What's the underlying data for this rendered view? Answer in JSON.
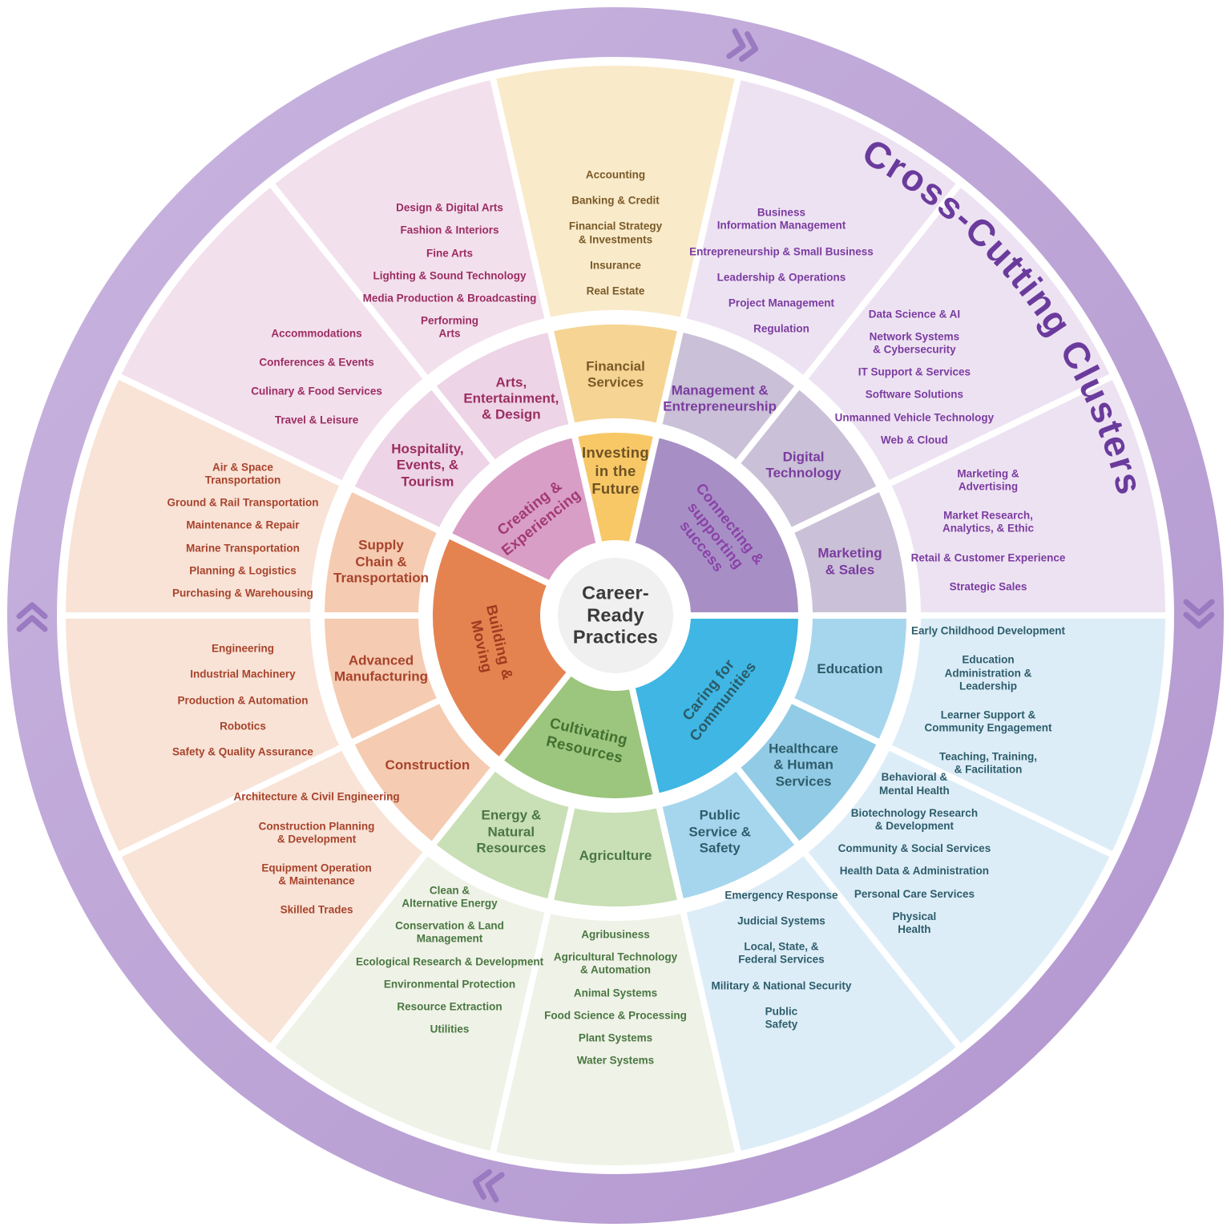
{
  "rim": {
    "label": "Cross-Cutting Clusters",
    "chevron_icon": "double-chevron",
    "color": "#BCA4D6",
    "text_color": "#6A3B9C"
  },
  "center": {
    "label": "Career-\nReady\nPractices"
  },
  "groups": [
    {
      "label": "Investing\nin the\nFuture",
      "colors": {
        "inner": "#F8C867",
        "inner_text": "#6E5324",
        "mid": "#F5D494",
        "outer": "#F9EACA",
        "text": "#7A5A28"
      },
      "clusters": [
        {
          "label": "Financial\nServices",
          "pathways": [
            "Accounting",
            "Banking & Credit",
            "Financial Strategy\n& Investments",
            "Insurance",
            "Real Estate"
          ]
        }
      ]
    },
    {
      "label": "Connecting &\nsupporting\nsuccess",
      "colors": {
        "inner": "#A78FC5",
        "inner_text": "#8A42A8",
        "mid": "#CAC0D7",
        "outer": "#EDE2F2",
        "text": "#7B3CA0"
      },
      "clusters": [
        {
          "label": "Management &\nEntrepreneurship",
          "pathways": [
            "Business\nInformation Management",
            "Entrepreneurship & Small Business",
            "Leadership & Operations",
            "Project Management",
            "Regulation"
          ]
        },
        {
          "label": "Digital\nTechnology",
          "pathways": [
            "Data Science & AI",
            "Network Systems\n& Cybersecurity",
            "IT Support & Services",
            "Software Solutions",
            "Unmanned Vehicle Technology",
            "Web & Cloud"
          ]
        },
        {
          "label": "Marketing\n& Sales",
          "pathways": [
            "Marketing &\nAdvertising",
            "Market Research,\nAnalytics, & Ethic",
            "Retail & Customer Experience",
            "Strategic Sales"
          ]
        }
      ]
    },
    {
      "label": "Caring for\nCommunities",
      "colors": {
        "inner": "#3FB6E3",
        "inner_text": "#2A5B68",
        "mid": "#A6D6EE",
        "outer": "#DCEDF8",
        "text": "#2E5D6B"
      },
      "clusters": [
        {
          "label": "Education",
          "pathways": [
            "Early Childhood Development",
            "Education\nAdministration &\nLeadership",
            "Learner Support &\nCommunity Engagement",
            "Teaching, Training,\n& Facilitation"
          ]
        },
        {
          "label": "Healthcare\n& Human\nServices",
          "mid_color": "#92CBE6",
          "pathways": [
            "Behavioral &\nMental Health",
            "Biotechnology Research\n& Development",
            "Community & Social Services",
            "Health Data & Administration",
            "Personal Care Services",
            "Physical\nHealth"
          ]
        },
        {
          "label": "Public\nService &\nSafety",
          "pathways": [
            "Emergency Response",
            "Judicial Systems",
            "Local, State, &\nFederal Services",
            "Military & National Security",
            "Public\nSafety"
          ]
        }
      ]
    },
    {
      "label": "Cultivating\nResources",
      "colors": {
        "inner": "#9CC57E",
        "inner_text": "#41702F",
        "mid": "#C9DFB6",
        "outer": "#EFF2E7",
        "text": "#4A7742"
      },
      "clusters": [
        {
          "label": "Agriculture",
          "pathways": [
            "Agribusiness",
            "Agricultural Technology\n& Automation",
            "Animal Systems",
            "Food Science & Processing",
            "Plant Systems",
            "Water Systems"
          ]
        },
        {
          "label": "Energy &\nNatural\nResources",
          "pathways": [
            "Clean &\nAlternative Energy",
            "Conservation & Land\nManagement",
            "Ecological Research & Development",
            "Environmental Protection",
            "Resource Extraction",
            "Utilities"
          ]
        }
      ]
    },
    {
      "label": "Building &\nMoving",
      "colors": {
        "inner": "#E58350",
        "inner_text": "#A13A20",
        "mid": "#F5CBB1",
        "outer": "#F8E3D6",
        "text": "#A8432C"
      },
      "clusters": [
        {
          "label": "Construction",
          "pathways": [
            "Architecture & Civil Engineering",
            "Construction Planning\n& Development",
            "Equipment Operation\n& Maintenance",
            "Skilled Trades"
          ]
        },
        {
          "label": "Advanced\nManufacturing",
          "pathways": [
            "Engineering",
            "Industrial Machinery",
            "Production & Automation",
            "Robotics",
            "Safety & Quality Assurance"
          ]
        },
        {
          "label": "Supply\nChain &\nTransportation",
          "pathways": [
            "Air & Space\nTransportation",
            "Ground & Rail Transportation",
            "Maintenance & Repair",
            "Marine Transportation",
            "Planning & Logistics",
            "Purchasing & Warehousing"
          ]
        }
      ]
    },
    {
      "label": "Creating &\nExperiencing",
      "colors": {
        "inner": "#D99EC6",
        "inner_text": "#A23A74",
        "mid": "#EDD4E6",
        "outer": "#F3E0ED",
        "text": "#9C2D62"
      },
      "clusters": [
        {
          "label": "Hospitality,\nEvents, &\nTourism",
          "pathways": [
            "Accommodations",
            "Conferences & Events",
            "Culinary & Food Services",
            "Travel & Leisure"
          ]
        },
        {
          "label": "Arts,\nEntertainment,\n& Design",
          "pathways": [
            "Design & Digital Arts",
            "Fashion & Interiors",
            "Fine Arts",
            "Lighting & Sound Technology",
            "Media Production & Broadcasting",
            "Performing\nArts"
          ]
        }
      ]
    }
  ]
}
